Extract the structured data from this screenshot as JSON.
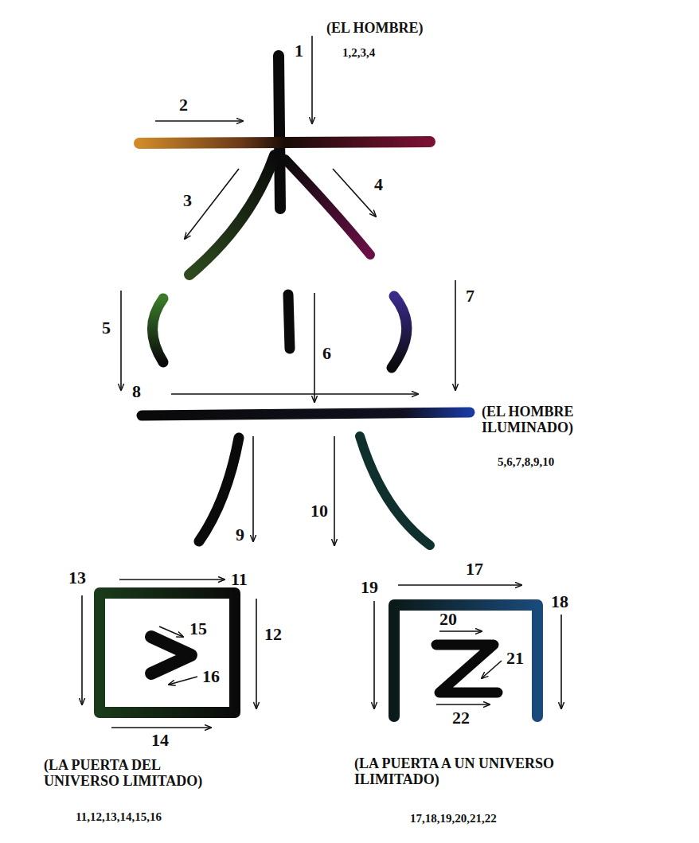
{
  "diagram": {
    "labels": [
      "(EL HOMBRE)",
      "1",
      "1,2,3,4",
      "2",
      "3",
      "4",
      "5",
      "7",
      "6",
      "8",
      "(EL HOMBRE ILUMINADO)",
      "5,6,7,8,9,10",
      "9",
      "10",
      "13",
      "11",
      "17",
      "19",
      "18",
      "15",
      "12",
      "20",
      "16",
      "21",
      "14",
      "22",
      "(LA PUERTA DEL UNIVERSO LIMITADO)",
      "(LA PUERTA A UN UNIVERSO ILIMITADO)",
      "11,12,13,14,15,16",
      "17,18,19,20,21,22"
    ]
  }
}
